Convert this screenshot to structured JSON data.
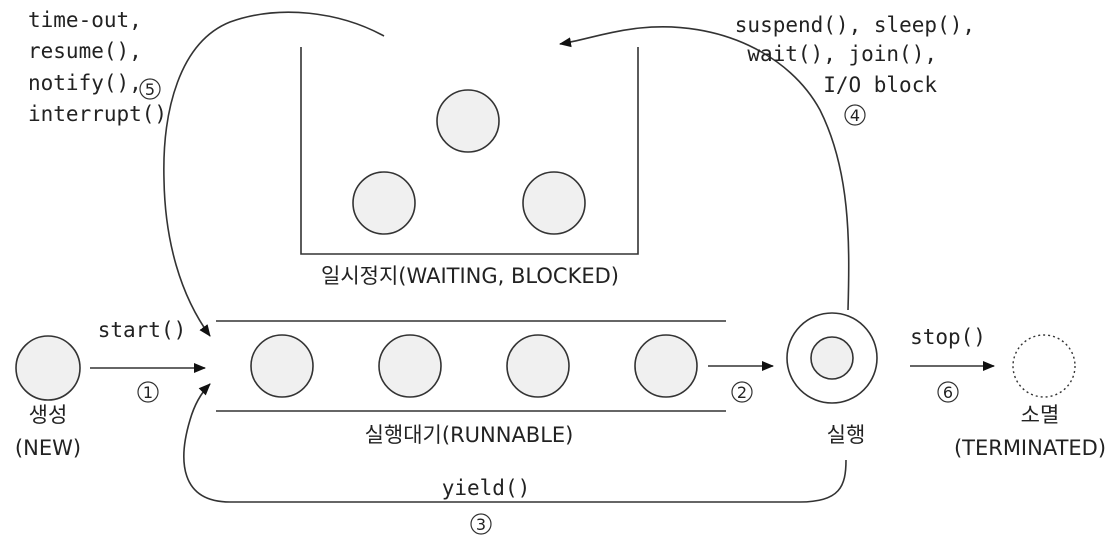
{
  "colors": {
    "stroke": "#333333",
    "thread_fill": "#f0f0f0",
    "background": "#ffffff"
  },
  "states": {
    "new": {
      "line1": "생성",
      "line2": "(NEW)"
    },
    "runnable": {
      "label": "실행대기(RUNNABLE)"
    },
    "waiting": {
      "label": "일시정지(WAITING, BLOCKED)"
    },
    "running": {
      "label": "실행"
    },
    "terminated": {
      "line1": "소멸",
      "line2": "(TERMINATED)"
    }
  },
  "transitions": {
    "t1": {
      "label": "start()",
      "number": "1"
    },
    "t2": {
      "number": "2"
    },
    "t3": {
      "label": "yield()",
      "number": "3"
    },
    "t4": {
      "lines": [
        "suspend(), sleep(),",
        "wait(), join(),",
        "I/O block"
      ],
      "number": "4"
    },
    "t5": {
      "lines": [
        "time-out,",
        "resume(),",
        "notify(),",
        "interrupt()"
      ],
      "number": "5"
    },
    "t6": {
      "label": "stop()",
      "number": "6"
    }
  }
}
